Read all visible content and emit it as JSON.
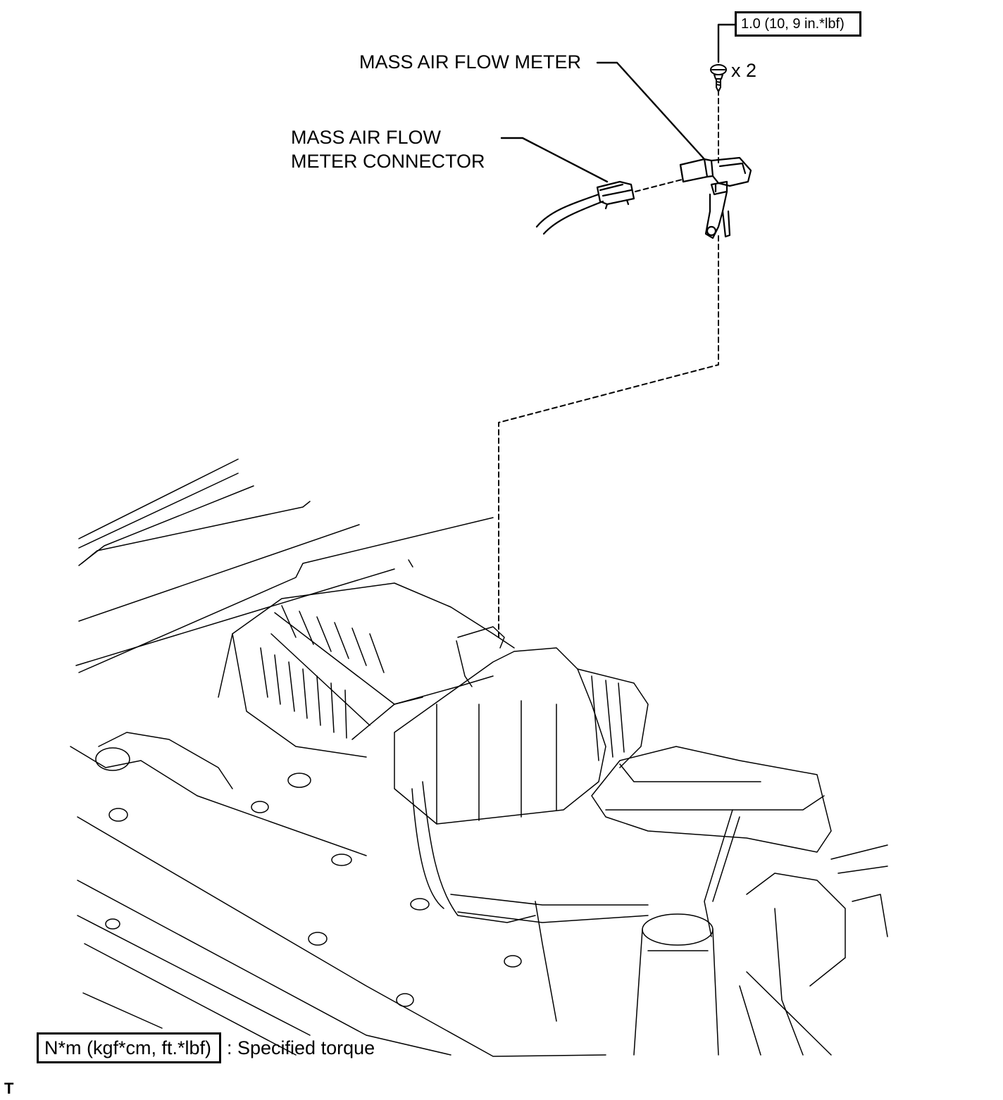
{
  "labels": {
    "mass_air_flow_meter": "MASS AIR FLOW METER",
    "connector_line1": "MASS AIR FLOW",
    "connector_line2": "METER CONNECTOR",
    "bolt_count": "x 2"
  },
  "torque": {
    "value": "1.0 (10, 9 in.*lbf)"
  },
  "legend": {
    "unit_box": "N*m (kgf*cm, ft.*lbf)",
    "description": ": Specified torque"
  },
  "corner_mark": "T",
  "colors": {
    "line": "#000000",
    "background": "#ffffff"
  }
}
